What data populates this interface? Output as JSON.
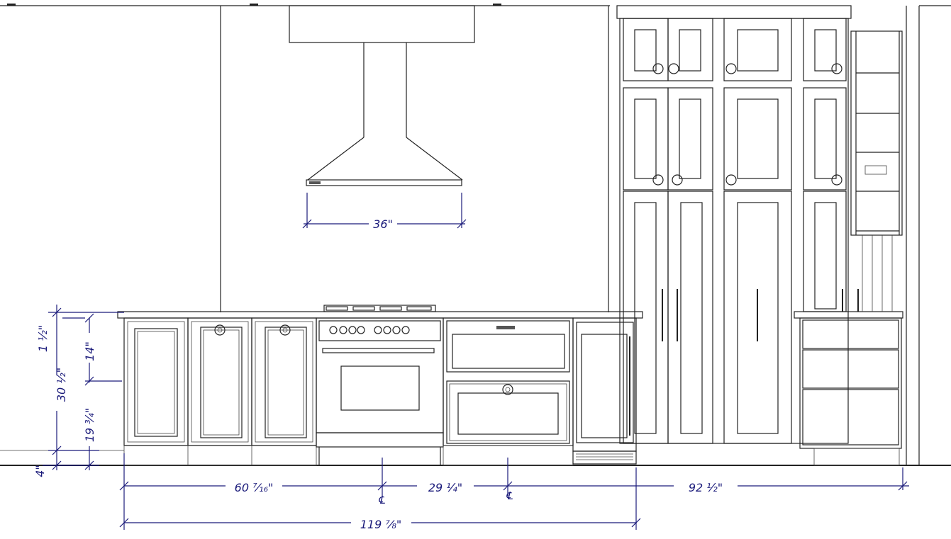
{
  "dimensions": {
    "hood_width": "36\"",
    "left_run": "60 ⁷⁄₁₆\"",
    "center_run": "29 ¼\"",
    "right_run": "92 ½\"",
    "total_run": "119 ⅞\"",
    "countertop_thickness": "1 ½\"",
    "counter_height": "30 ½\"",
    "upper_drawer_height": "14\"",
    "lower_drawer_height": "19 ¾\"",
    "toe_kick_height": "4\""
  },
  "centerline_symbol": "℄",
  "colors": {
    "line": "#222222",
    "dimension": "#1a1a7a",
    "background": "#ffffff"
  }
}
